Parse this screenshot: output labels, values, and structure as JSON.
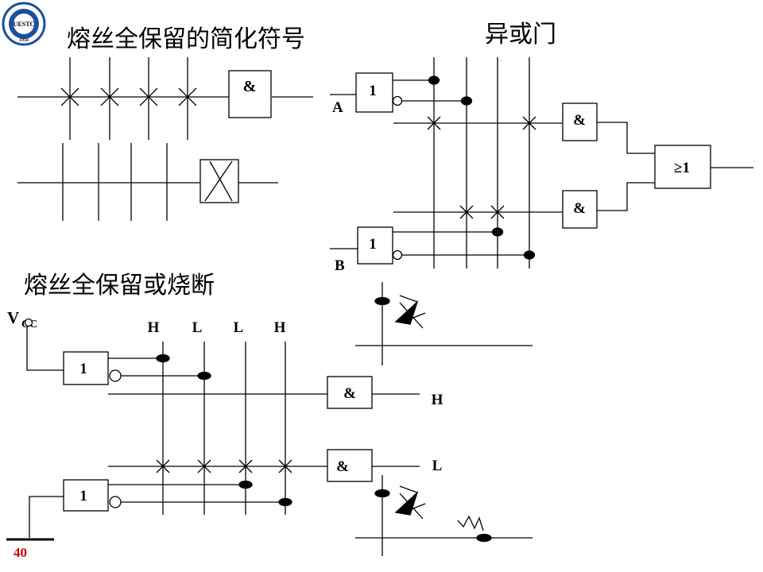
{
  "titles": {
    "fuse_symbols": "熔丝全保留的简化符号",
    "xor_gate": "异或门",
    "fuse_example": "熔丝全保留或烧断"
  },
  "gate_labels": {
    "and": "&",
    "or": "≥1",
    "inv": "1"
  },
  "xor": {
    "input_a": "A",
    "input_b": "B"
  },
  "example": {
    "vcc_v": "V",
    "vcc_sub": "CC",
    "column_labels": [
      "H",
      "L",
      "L",
      "H"
    ],
    "output_top": "H",
    "output_bottom": "L"
  },
  "logo": {
    "text": "UESTC",
    "year": "1956"
  },
  "page_number": "40",
  "colors": {
    "line": "#000000",
    "logo_blue": "#1a4fa3",
    "page_number": "#cc0000"
  }
}
